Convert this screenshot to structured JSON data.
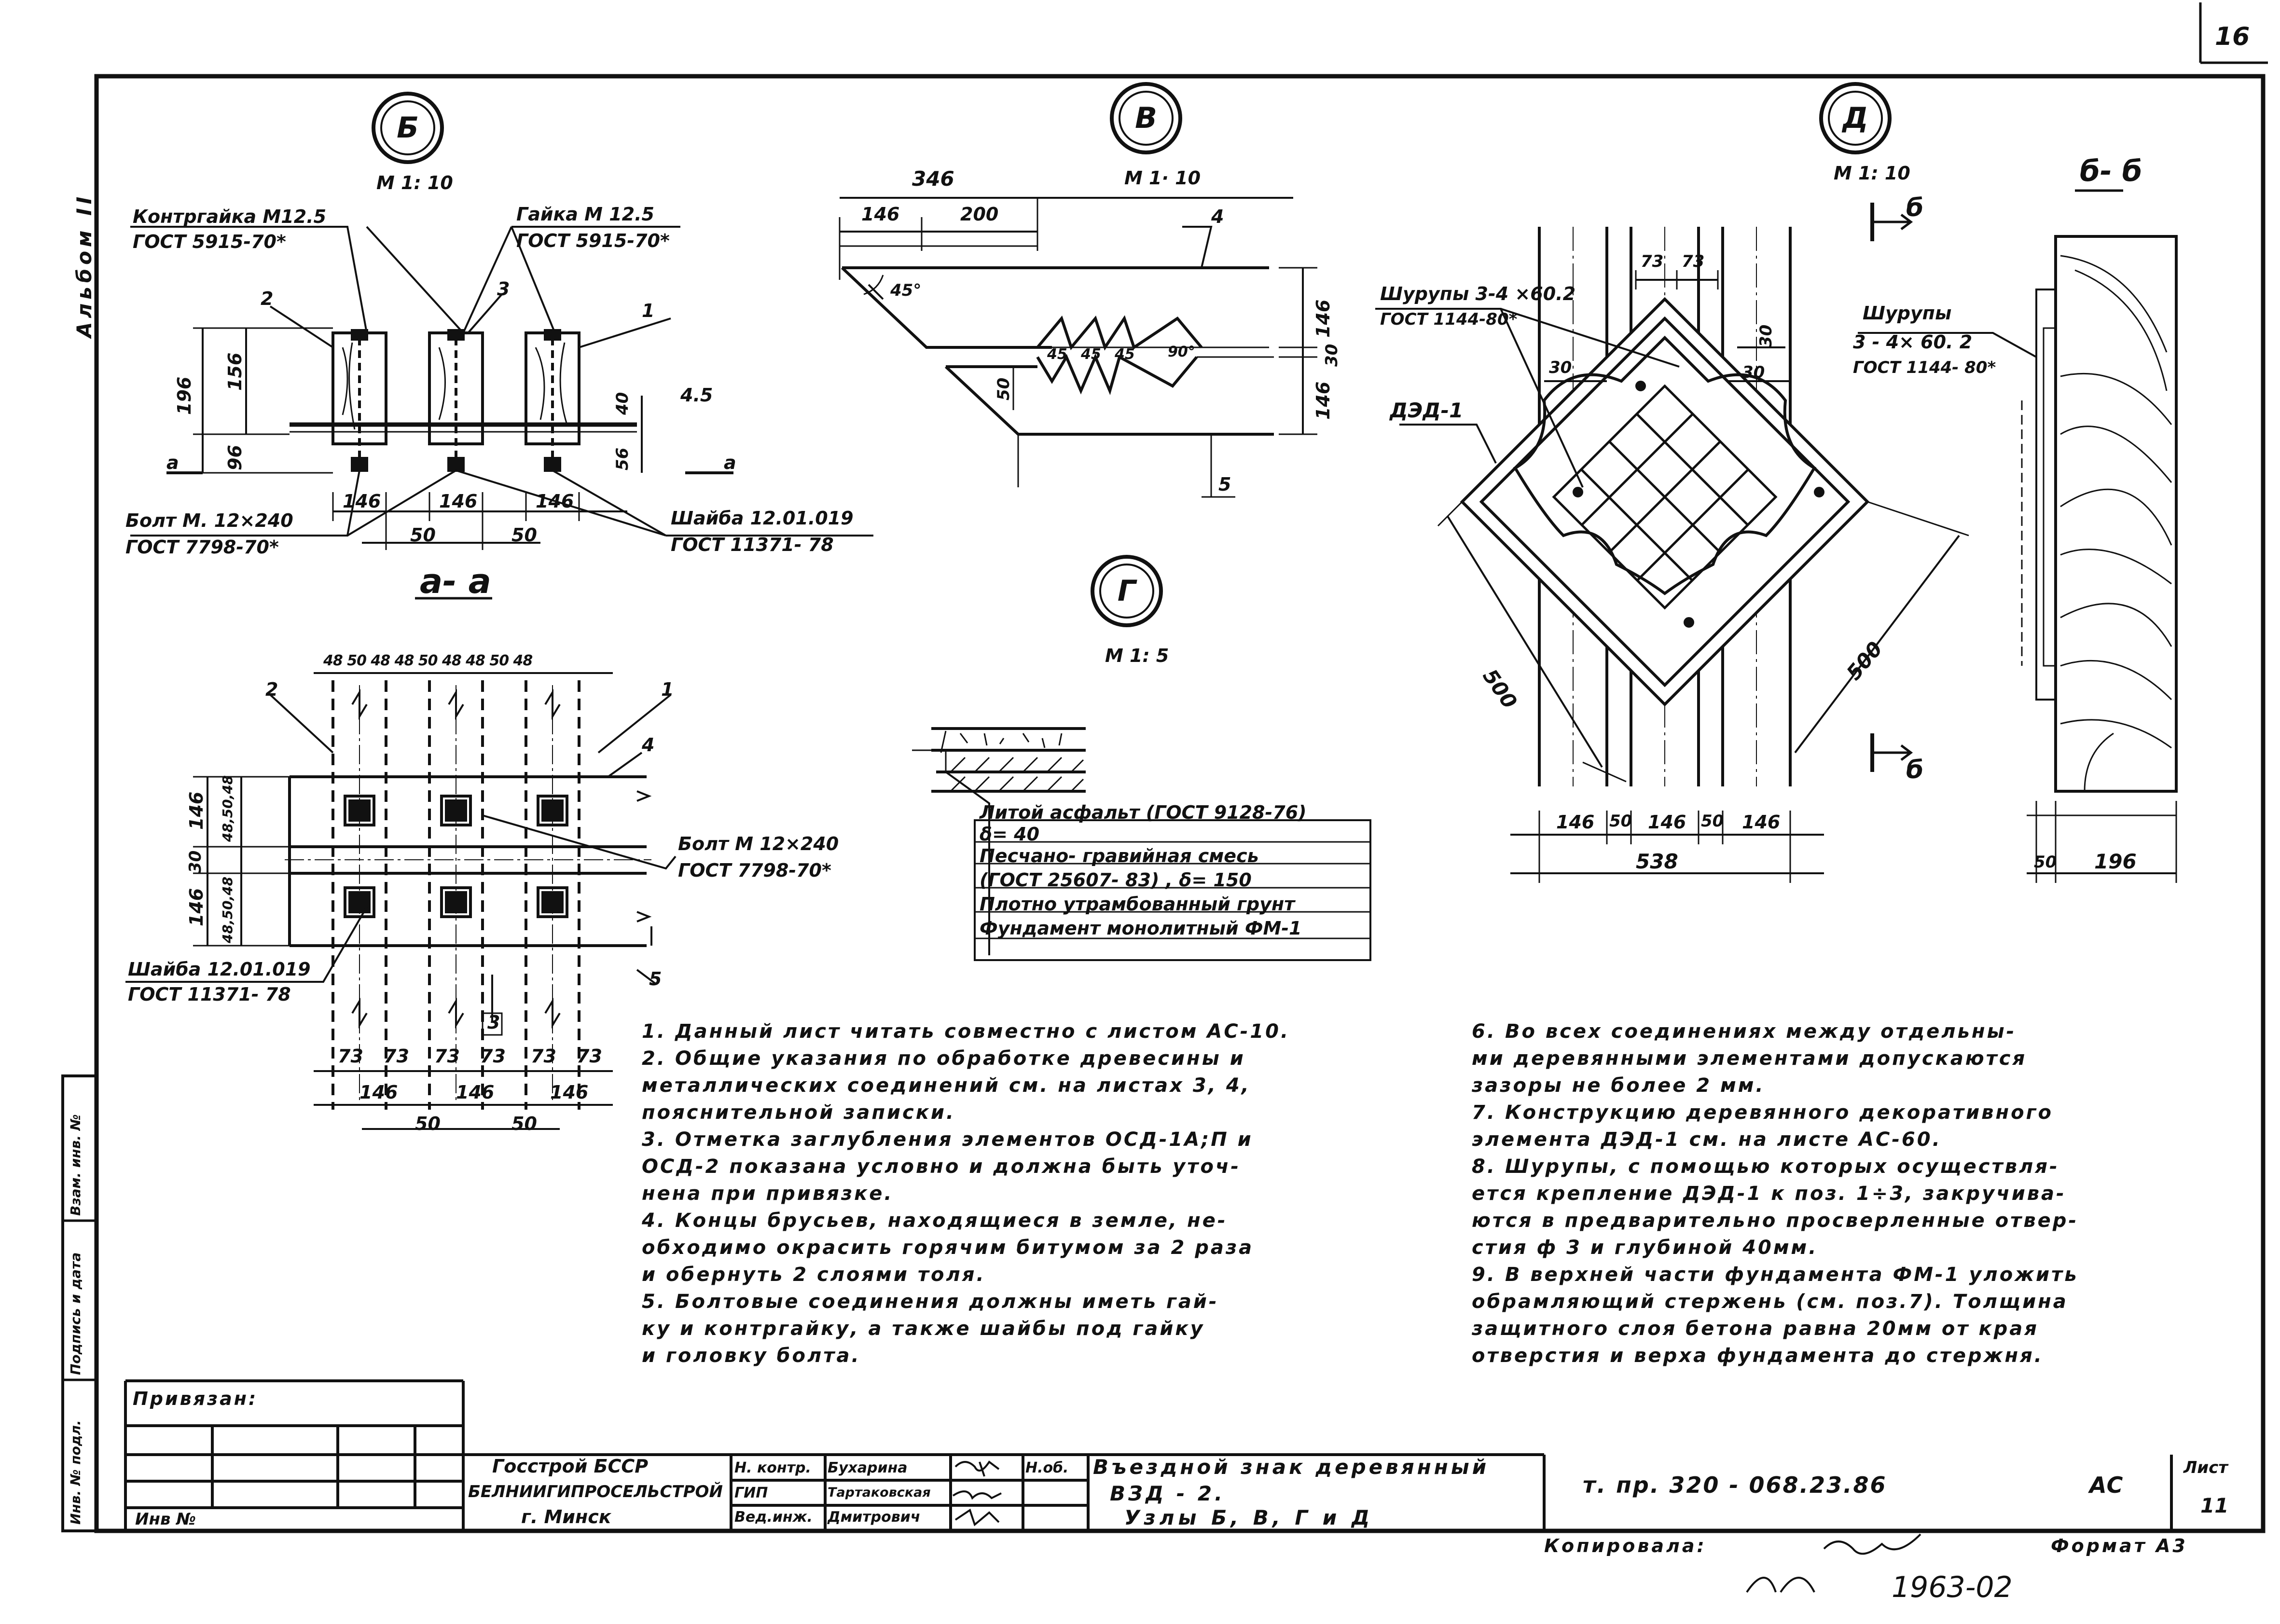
{
  "page_number": "16",
  "album": "Альбом II",
  "left_stamps": [
    "Инв. № подл.",
    "Подпись и дата",
    "Взам. инв. №"
  ],
  "node_B": {
    "label": "Б",
    "scale": "М 1: 10",
    "contr_nut": "Контргайка М12.5",
    "contr_nut_gost": "ГОСТ 5915-70*",
    "nut": "Гайка М 12.5",
    "nut_gost": "ГОСТ 5915-70*",
    "bolt": "Болт М. 12×240",
    "bolt_gost": "ГОСТ 7798-70*",
    "washer": "Шайба 12.01.019",
    "washer_gost": "ГОСТ 11371- 78",
    "dims": {
      "d196": "196",
      "d156": "156",
      "d96": "96",
      "d40": "40",
      "d56": "56",
      "d4_5": "4.5",
      "d146a": "146",
      "d146b": "146",
      "d146c": "146",
      "d50a": "50",
      "d50b": "50"
    },
    "positions": [
      "1",
      "2",
      "3"
    ],
    "section": "а"
  },
  "section_aa": {
    "title": "а- а",
    "top_dims": "48 50 48   48 50 48   48 50 48",
    "bolt": "Болт М 12×240",
    "bolt_gost": "ГОСТ 7798-70*",
    "washer": "Шайба 12.01.019",
    "washer_gost": "ГОСТ 11371- 78",
    "left_dims": [
      "146",
      "30",
      "146"
    ],
    "left_small": [
      "48,50,48",
      "48,50,48"
    ],
    "bottom_small": [
      "73",
      "73",
      "73",
      "73",
      "73",
      "73"
    ],
    "bottom_mid": [
      "146",
      "146",
      "146"
    ],
    "bottom_50": [
      "50",
      "50"
    ],
    "positions": [
      "1",
      "2",
      "3",
      "4",
      "5"
    ]
  },
  "node_V": {
    "label": "В",
    "scale": "М 1· 10",
    "dims": {
      "d346": "346",
      "d146": "146",
      "d200": "200",
      "d146r1": "146",
      "d146r2": "146",
      "d30": "30",
      "d50": "50"
    },
    "angles": [
      "45°",
      "45",
      "45",
      "45",
      "90°"
    ],
    "positions": [
      "4",
      "5"
    ]
  },
  "node_G": {
    "label": "Г",
    "scale": "М 1: 5",
    "layers": [
      "Литой асфальт (ГОСТ 9128-76)",
      "δ= 40",
      "Песчано- гравийная смесь",
      "(ГОСТ 25607- 83) , δ= 150",
      "Плотно утрамбованный грунт",
      "Фундамент монолитный ФМ-1"
    ]
  },
  "node_D": {
    "label": "Д",
    "scale": "М 1: 10",
    "screws": "Шурупы 3-4 ×60.2",
    "screws_gost": "ГОСТ 1144-80*",
    "ded": "ДЭД-1",
    "dims": {
      "d73a": "73",
      "d73b": "73",
      "d30a": "30",
      "d30b": "30",
      "d30c": "30",
      "d500a": "500",
      "d500b": "500",
      "b146a": "146",
      "b50a": "50",
      "b146b": "146",
      "b50b": "50",
      "b146c": "146",
      "b538": "538"
    },
    "cut": "б"
  },
  "section_bb": {
    "title": "б- б",
    "screws": "Шурупы",
    "screws2": "3 - 4× 60. 2",
    "screws_gost": "ГОСТ 1144- 80*",
    "d50": "50",
    "d196": "196"
  },
  "notes_left": [
    "1. Данный лист читать совместно с листом АС-10.",
    "2. Общие указания по обработке древесины и",
    "металлических соединений см. на листах 3, 4,",
    "пояснительной записки.",
    "3. Отметка заглубления элементов ОСД-1А;П и",
    "ОСД-2 показана условно и должна быть уточ-",
    "нена при привязке.",
    "4. Концы брусьев, находящиеся в земле, не-",
    "обходимо окрасить горячим битумом за 2 раза",
    "и обернуть 2 слоями толя.",
    "5. Болтовые соединения должны иметь гай-",
    "ку и контргайку, а также шайбы под гайку",
    "и головку болта."
  ],
  "notes_right": [
    "6. Во всех соединениях между отдельны-",
    "ми деревянными элементами допускаются",
    "зазоры не более 2 мм.",
    "7. Конструкцию деревянного декоративного",
    "элемента ДЭД-1 см. на листе АС-60.",
    "8. Шурупы, с помощью которых осуществля-",
    "ется крепление ДЭД-1 к поз. 1÷3, закручива-",
    "ются в предварительно просверленные отвер-",
    "стия ф 3 и глубиной 40мм.",
    "9. В верхней части фундамента ФМ-1 уложить",
    "обрамляющий стержень (см. поз.7). Толщина",
    "защитного слоя бетона равна 20мм от края",
    "отверстия и верха фундамента до стержня."
  ],
  "title_block": {
    "privyazan": "Привязан:",
    "inv": "Инв №",
    "org1": "Госстрой БССР",
    "org2": "БЕЛНИИГИПРОСЕЛЬСТРОЙ",
    "org3": "г. Минск",
    "roles": [
      "Н. контр.",
      "ГИП",
      "Вед.инж."
    ],
    "names": [
      "Бухарина",
      "Тартаковская",
      "Дмитрович"
    ],
    "sign_marks": [
      "Н.об."
    ],
    "title1": "Въездной знак деревянный",
    "title2": "ВЗД - 2.",
    "title3": "Узлы Б, В, Г и Д",
    "code": "т. пр. 320 - 068.23.86",
    "stage": "АС",
    "sheet_label": "Лист",
    "sheet_no": "11",
    "copied": "Копировала:",
    "format": "Формат А3",
    "stamp_no": "1963-02"
  }
}
